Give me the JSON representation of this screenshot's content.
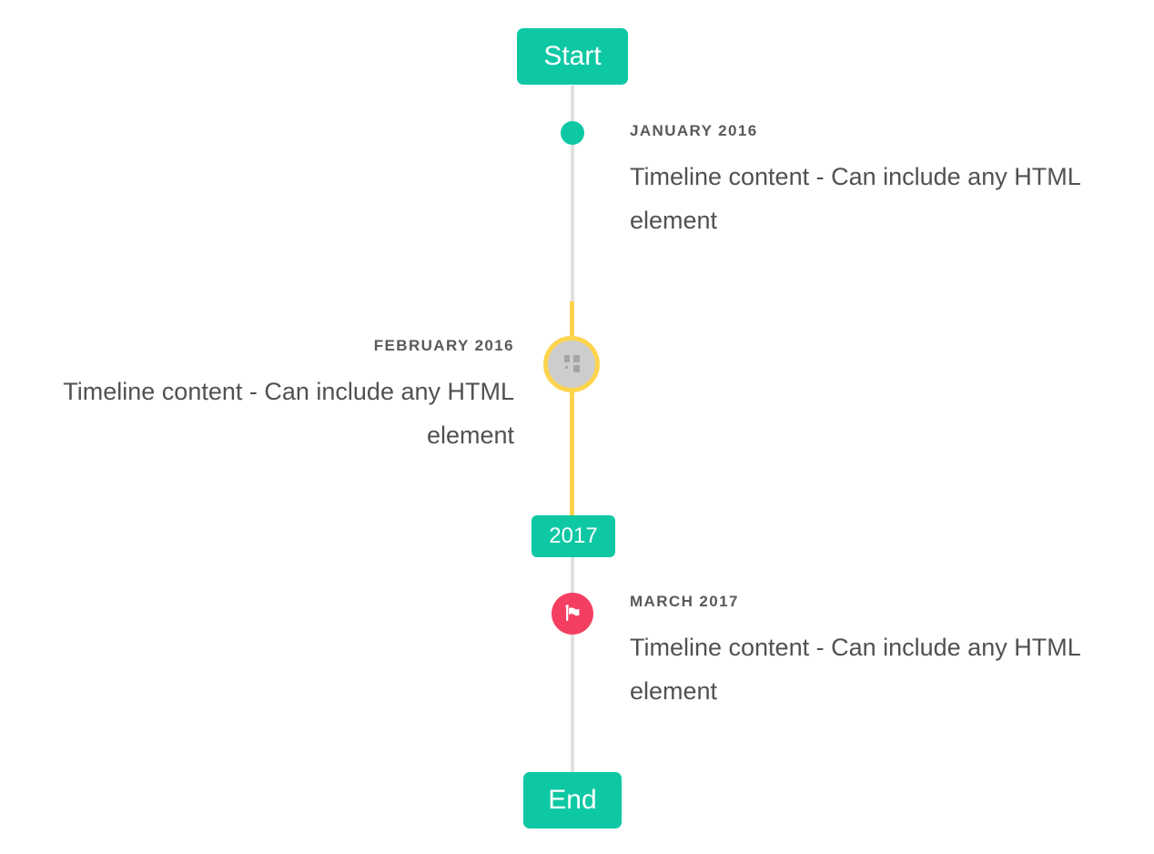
{
  "timeline": {
    "start_label": "Start",
    "end_label": "End",
    "year_badge_label": "2017",
    "items": [
      {
        "date_label": "JANUARY 2016",
        "content": "Timeline content - Can include any HTML element",
        "side": "right",
        "marker": "teal-dot"
      },
      {
        "date_label": "FEBRUARY 2016",
        "content": "Timeline content - Can include any HTML element",
        "side": "left",
        "marker": "gray-bullet-with-broken-image",
        "highlighted": true
      },
      {
        "date_label": "MARCH 2017",
        "content": "Timeline content - Can include any HTML element",
        "side": "right",
        "marker": "flag"
      }
    ],
    "colors": {
      "accent_teal": "#0ec8a4",
      "highlight_yellow": "#fdd44e",
      "flag_pink": "#f43f63",
      "line_gray": "#e0e0e0",
      "bullet_gray": "#cdcdcd",
      "date_label_text": "#58595b",
      "content_text": "#4f5153"
    }
  }
}
